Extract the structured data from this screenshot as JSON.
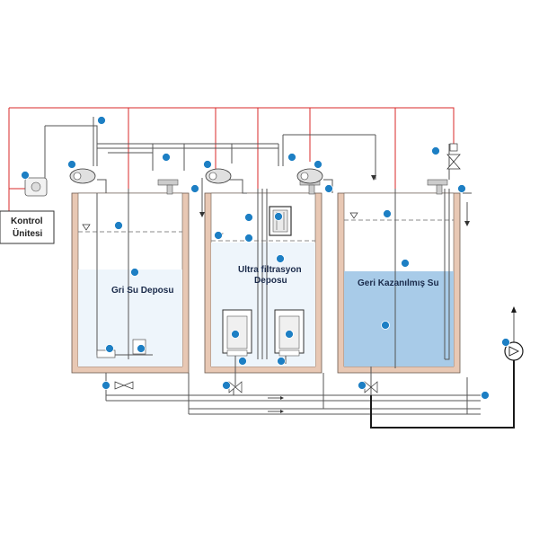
{
  "diagram": {
    "control_unit": {
      "line1": "Kontrol",
      "line2": "Ünitesi"
    },
    "tanks": [
      {
        "id": "grey",
        "label_line1": "Gri Su Deposu",
        "label_line2": "",
        "water_color": "#eef5fb"
      },
      {
        "id": "uf",
        "label_line1": "Ultra filtrasyon",
        "label_line2": "Deposu",
        "water_color": "#eef5fb"
      },
      {
        "id": "recovered",
        "label_line1": "Geri Kazanılmış Su",
        "label_line2": "",
        "water_color": "#a8cbe8"
      }
    ],
    "colors": {
      "control_wire": "#d92a2a",
      "marker": "#1d7fc4",
      "wall": "#e8c8b4",
      "recovered_water": "#a8cbe8"
    },
    "icons": [
      "pump-icon",
      "valve-icon",
      "float-switch-icon",
      "level-sensor-icon",
      "uv-lamp-icon",
      "filter-module-icon",
      "booster-pump-icon"
    ]
  }
}
